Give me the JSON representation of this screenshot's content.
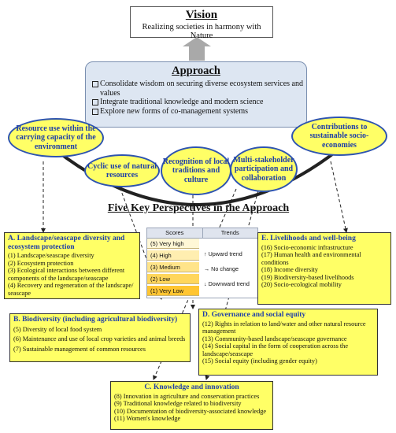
{
  "vision": {
    "title": "Vision",
    "subtitle": "Realizing societies in harmony with Nature"
  },
  "approach": {
    "title": "Approach",
    "items": [
      "Consolidate wisdom on securing diverse ecosystem services and values",
      "Integrate traditional knowledge and modern science",
      "Explore new forms of co-management systems"
    ]
  },
  "ovals": [
    "Resource use within the carrying capacity of the environment",
    "Contributions to sustainable socio-economies",
    "Cyclic use of natural resources",
    "Recognition of local traditions and culture",
    "Multi-stakeholder participation and collaboration"
  ],
  "heading": "Five Key Perspectives in the Approach",
  "legend": {
    "scores_header": "Scores",
    "trends_header": "Trends",
    "scores": [
      "(5) Very high",
      "(4) High",
      "(3) Medium",
      "(2) Low",
      "(1) Very Low"
    ],
    "score_colors": [
      "#fff7d6",
      "#ffeeb0",
      "#ffe48a",
      "#ffd65c",
      "#ffc532"
    ],
    "trends": [
      "↑ Upward trend",
      "→ No change",
      "↓ Downward trend"
    ]
  },
  "boxes": {
    "A": {
      "title": "A. Landscape/seascape diversity and ecosystem protection",
      "items": [
        "(1) Landscape/seascape diversity",
        "(2) Ecosystem protection",
        "(3) Ecological interactions between different components of the landscape/seascape",
        "(4) Recovery and regeneration of the landscape/ seascape"
      ]
    },
    "B": {
      "title": "B. Biodiversity (including agricultural biodiversity)",
      "items": [
        "(5) Diversity of local food system",
        "(6) Maintenance and use of local crop varieties and animal breeds",
        "(7) Sustainable management of common resources"
      ]
    },
    "C": {
      "title": "C. Knowledge and innovation",
      "items": [
        "(8) Innovation in agriculture and conservation practices",
        "(9) Traditional knowledge related to biodiversity",
        "(10) Documentation of biodiversity-associated knowledge",
        "(11) Women's knowledge"
      ]
    },
    "D": {
      "title": "D. Governance and social equity",
      "items": [
        "(12) Rights in relation to land/water and other natural resource management",
        "(13) Community-based landscape/seascape governance",
        "(14) Social capital in the form of cooperation across the landscape/seascape",
        "(15) Social equity (including gender equity)"
      ]
    },
    "E": {
      "title": "E. Livelihoods and well-being",
      "items": [
        "(16) Socio-economic infrastructure",
        "(17) Human health and environmental conditions",
        "(18) Income diversity",
        "(19) Biodiversity-based livelihoods",
        "(20) Socio-ecological mobility"
      ]
    }
  }
}
